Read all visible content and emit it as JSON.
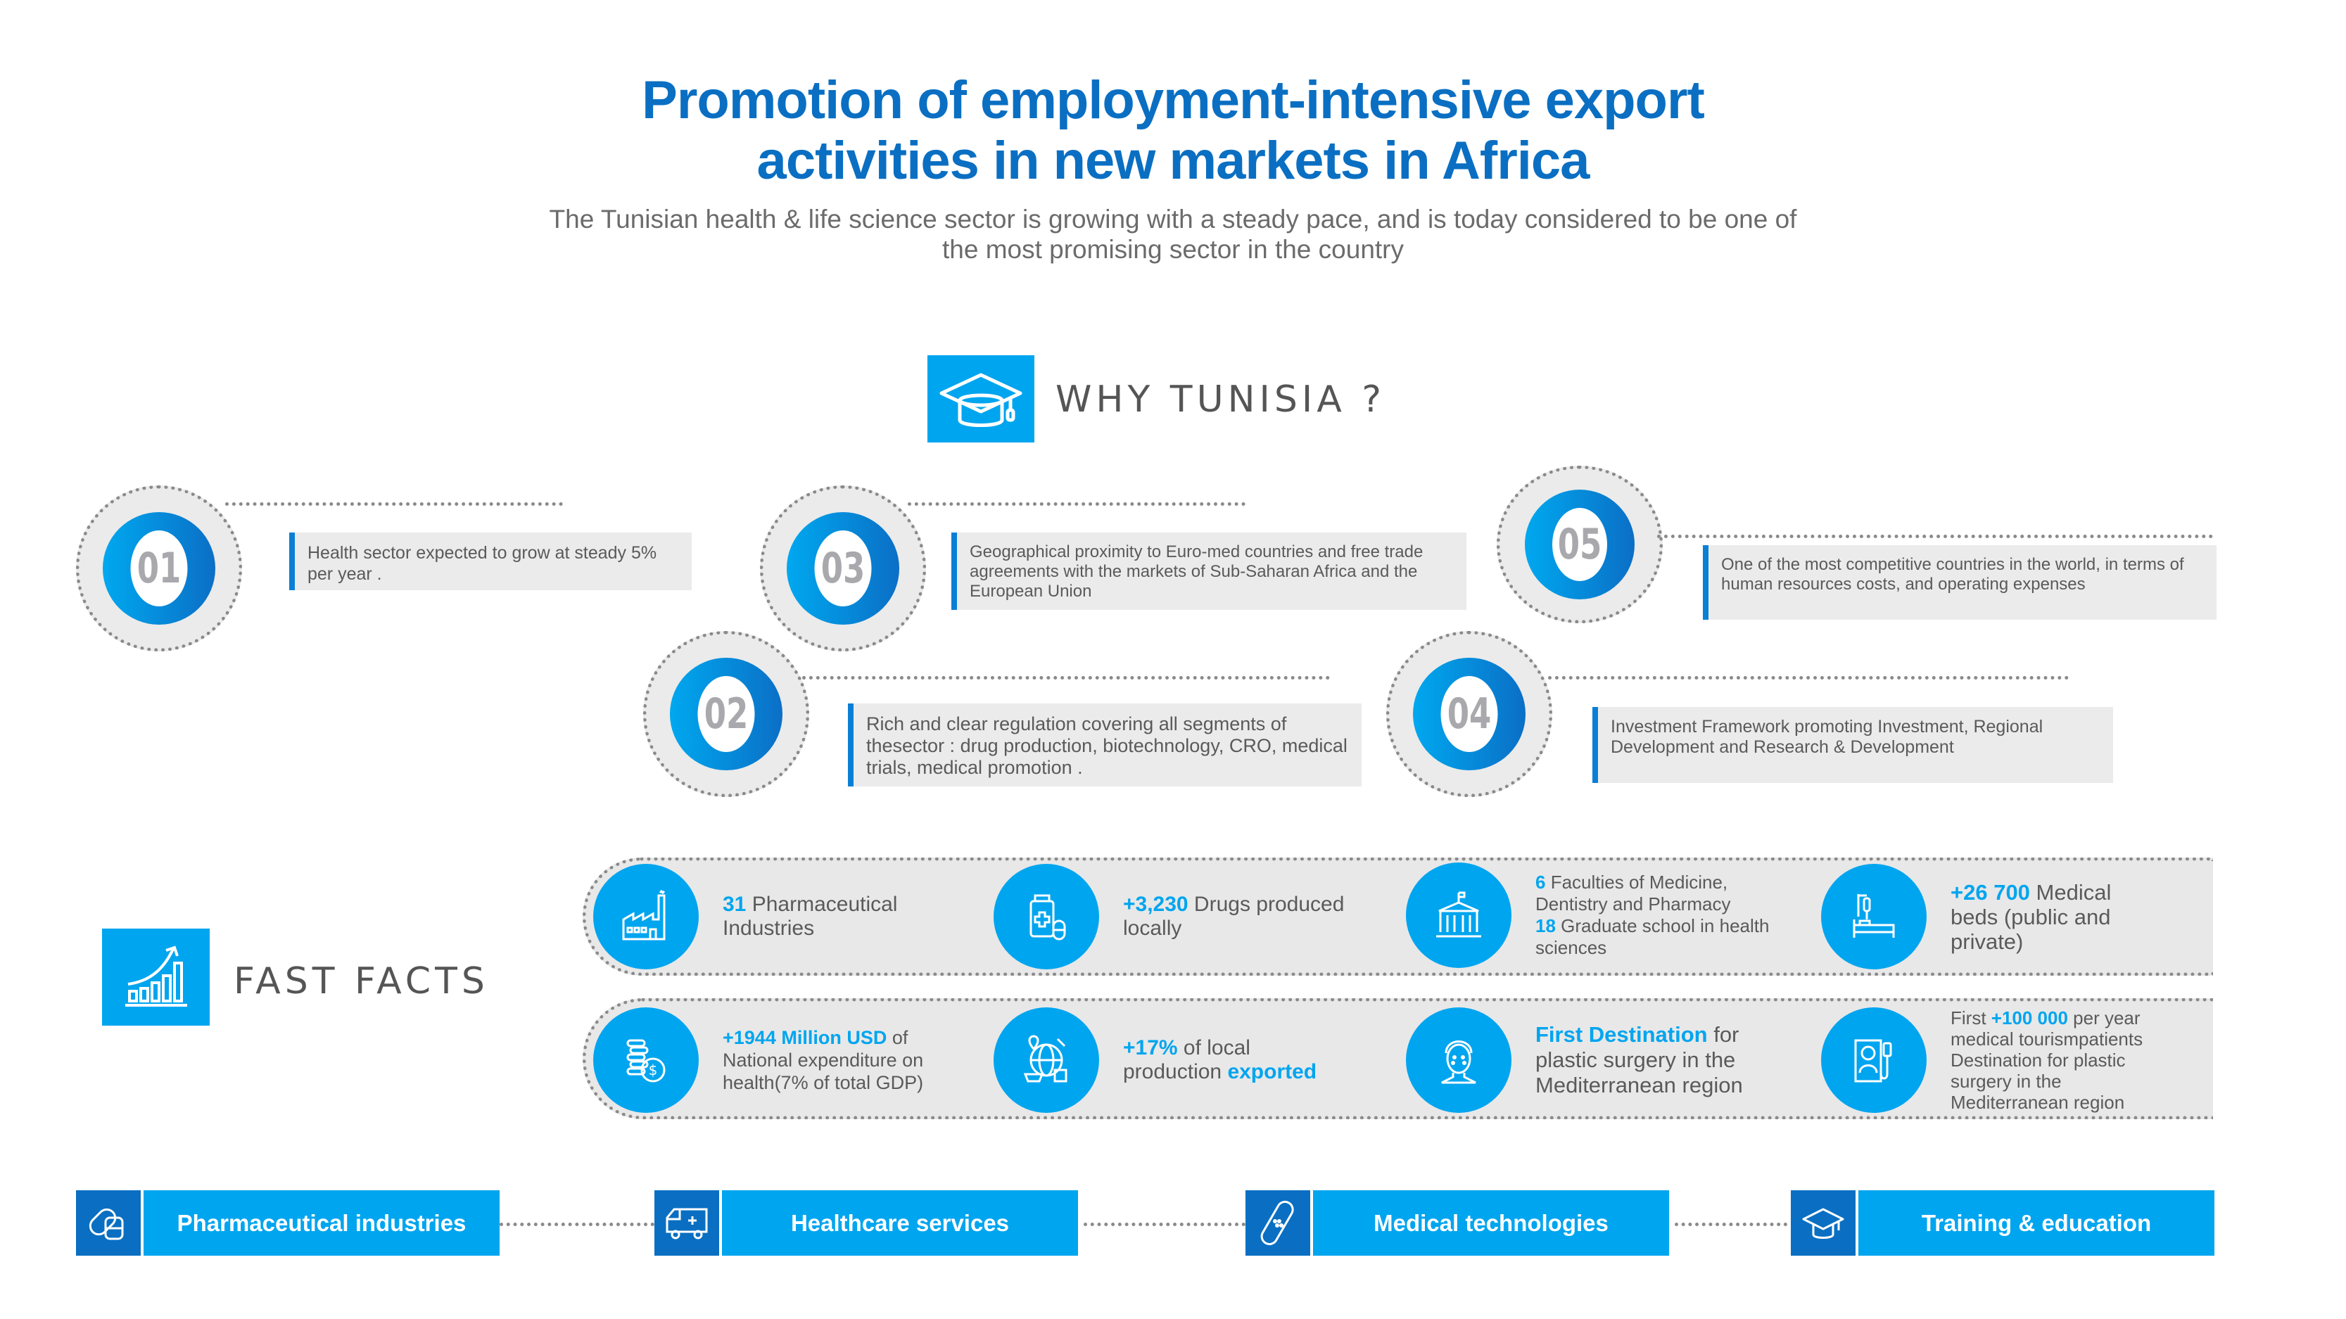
{
  "header": {
    "title_line1": "Promotion of employment-intensive export",
    "title_line2": "activities in new markets in Africa",
    "subtitle_line1": "The Tunisian health & life science sector is growing with a steady pace, and is today considered to be one of",
    "subtitle_line2": "the most promising sector in the country"
  },
  "why_tunisia": {
    "heading": "WHY TUNISIA ?",
    "icon": "graduation-cap-icon",
    "items": [
      {
        "number": "01",
        "text": "Health sector expected to grow at steady 5% per year ."
      },
      {
        "number": "02",
        "text": "Rich and clear regulation covering all segments of thesector : drug production, biotechnology, CRO, medical trials, medical promotion ."
      },
      {
        "number": "03",
        "text": "Geographical proximity to Euro-med countries and free trade agreements with the markets of Sub-Saharan Africa and the European Union"
      },
      {
        "number": "04",
        "text": "Investment Framework promoting Investment, Regional Development and Research & Development"
      },
      {
        "number": "05",
        "text": "One of the most competitive countries in the world, in terms of human resources costs, and operating expenses"
      }
    ]
  },
  "fast_facts": {
    "heading": "FAST FACTS",
    "icon": "growth-chart-icon",
    "facts": [
      {
        "icon": "factory-icon",
        "highlight": "31",
        "text": " Pharmaceutical Industries"
      },
      {
        "icon": "medicine-bottle-icon",
        "highlight": "+3,230",
        "text": " Drugs produced locally"
      },
      {
        "icon": "university-icon",
        "highlight": "6",
        "text": " Faculties of Medicine, Dentistry and Pharmacy",
        "highlight2": "18",
        "text2": " Graduate school in health sciences"
      },
      {
        "icon": "hospital-bed-icon",
        "highlight": "+26 700",
        "text": " Medical beds (public and private)"
      },
      {
        "icon": "coins-dollar-icon",
        "highlight": "+1944 Million USD",
        "text": " of National expenditure on health(7% of total GDP)"
      },
      {
        "icon": "globe-export-icon",
        "highlight": "+17%",
        "text": " of local production ",
        "highlight2": "exported"
      },
      {
        "icon": "face-treatment-icon",
        "highlight": "First Destination",
        "text": " for plastic surgery in the Mediterranean region"
      },
      {
        "icon": "patient-surgery-icon",
        "prefix": "First ",
        "highlight": "+100 000",
        "text": " per year medical tourismpatients Destination for plastic surgery in the Mediterranean region"
      }
    ]
  },
  "sectors": [
    {
      "label": "Pharmaceutical industries",
      "icon": "pills-icon"
    },
    {
      "label": "Healthcare services",
      "icon": "ambulance-icon"
    },
    {
      "label": "Medical technologies",
      "icon": "bandage-icon"
    },
    {
      "label": "Training & education",
      "icon": "graduation-cap-icon"
    }
  ],
  "colors": {
    "title_blue": "#0a6fc2",
    "accent_blue": "#00a5ef",
    "dark_blue": "#0a6fc2",
    "card_gray": "#ebebeb",
    "text_gray": "#5a5a5a"
  }
}
